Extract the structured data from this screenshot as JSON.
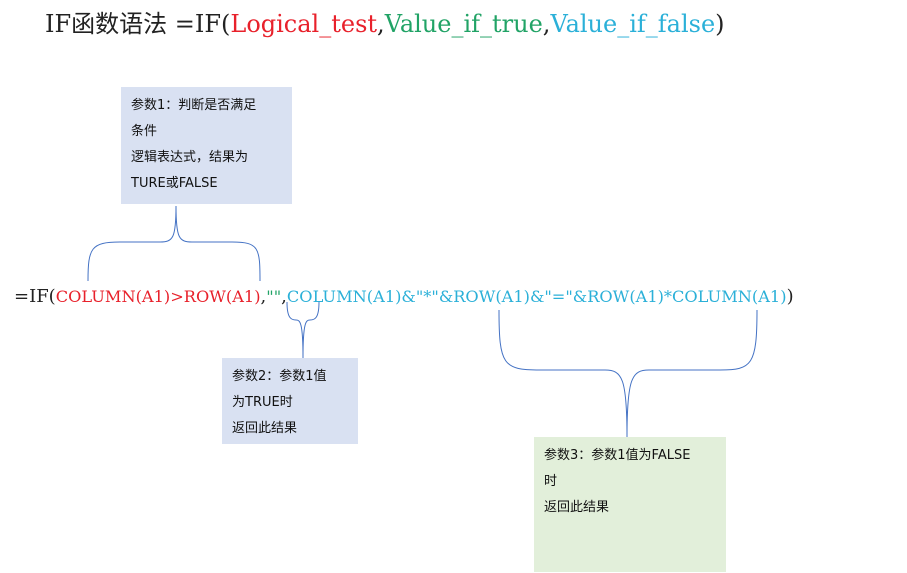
{
  "syntax": {
    "prefix": "IF函数语法 =IF(",
    "arg1": "Logical_test",
    "sep1": ",",
    "arg2": "Value_if_true",
    "sep2": ",",
    "arg3": "Value_if_false",
    "suffix": ")"
  },
  "formula": {
    "prefix": "=IF(",
    "arg1": "COLUMN(A1)>ROW(A1)",
    "sep1": ",",
    "arg2": "\"\"",
    "sep2": ",",
    "arg3": "COLUMN(A1)&\"*\"&ROW(A1)&\"=\"&ROW(A1)*COLUMN(A1)",
    "suffix": ")"
  },
  "callouts": {
    "param1": {
      "lines": [
        "参数1：判断是否满足",
        "条件",
        "逻辑表达式，结果为",
        "TURE或FALSE"
      ]
    },
    "param2": {
      "lines": [
        "参数2：参数1值",
        "为TRUE时",
        "返回此结果"
      ]
    },
    "param3": {
      "lines": [
        "参数3：参数1值为FALSE",
        "时",
        "返回此结果"
      ]
    }
  },
  "colors": {
    "arg1": "#e8212b",
    "arg2": "#21a366",
    "arg3": "#2bb0d8",
    "text": "#222222",
    "brace": "#4472c4",
    "box_blue": "#d9e1f2",
    "box_green": "#e2efda"
  }
}
